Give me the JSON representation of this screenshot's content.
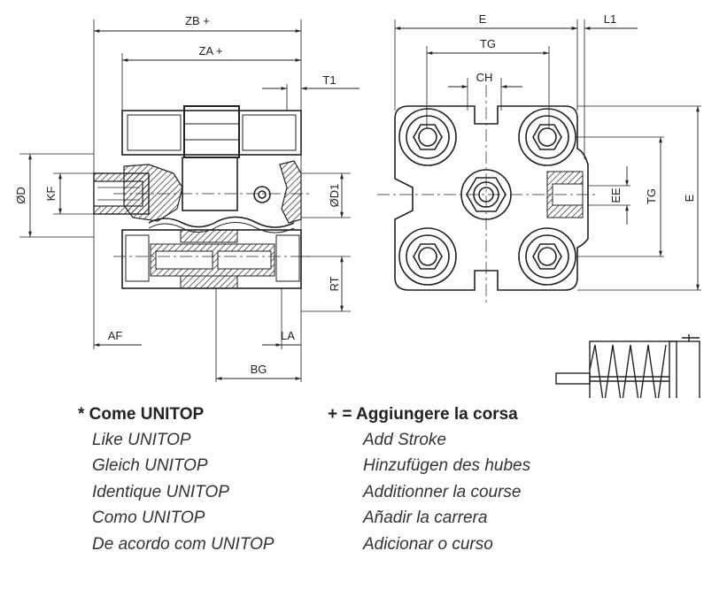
{
  "dimensions": {
    "zb": "ZB +",
    "za": "ZA +",
    "t1": "T1",
    "d": "ØD",
    "kf": "KF",
    "d1": "ØD1",
    "rt": "RT",
    "af": "AF",
    "la": "LA",
    "bg": "BG",
    "e_top": "E",
    "l1": "L1",
    "tg_top": "TG",
    "ch": "CH",
    "ee": "EE",
    "tg_side": "TG",
    "e_side": "E"
  },
  "legend": {
    "left": {
      "heading": "* Come UNITOP",
      "translations": [
        "Like UNITOP",
        "Gleich UNITOP",
        "Identique UNITOP",
        "Como UNITOP",
        "De acordo com UNITOP"
      ]
    },
    "right": {
      "heading": "+ = Aggiungere la corsa",
      "translations": [
        "Add Stroke",
        "Hinzufügen des hubes",
        "Additionner la course",
        "Añadir la carrera",
        "Adicionar o curso"
      ]
    }
  }
}
